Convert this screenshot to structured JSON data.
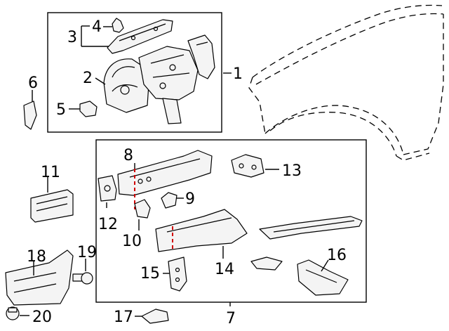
{
  "diagram": {
    "title": "",
    "callouts": [
      {
        "id": "c1",
        "label": "1"
      },
      {
        "id": "c2",
        "label": "2"
      },
      {
        "id": "c3",
        "label": "3"
      },
      {
        "id": "c4",
        "label": "4"
      },
      {
        "id": "c5",
        "label": "5"
      },
      {
        "id": "c6",
        "label": "6"
      },
      {
        "id": "c7",
        "label": "7"
      },
      {
        "id": "c8",
        "label": "8"
      },
      {
        "id": "c9",
        "label": "9"
      },
      {
        "id": "c10",
        "label": "10"
      },
      {
        "id": "c11",
        "label": "11"
      },
      {
        "id": "c12",
        "label": "12"
      },
      {
        "id": "c13",
        "label": "13"
      },
      {
        "id": "c14",
        "label": "14"
      },
      {
        "id": "c15",
        "label": "15"
      },
      {
        "id": "c16",
        "label": "16"
      },
      {
        "id": "c17",
        "label": "17"
      },
      {
        "id": "c18",
        "label": "18"
      },
      {
        "id": "c19",
        "label": "19"
      },
      {
        "id": "c20",
        "label": "20"
      }
    ],
    "colors": {
      "line": "#000000",
      "cut_line": "#d00000",
      "background": "#ffffff"
    }
  }
}
